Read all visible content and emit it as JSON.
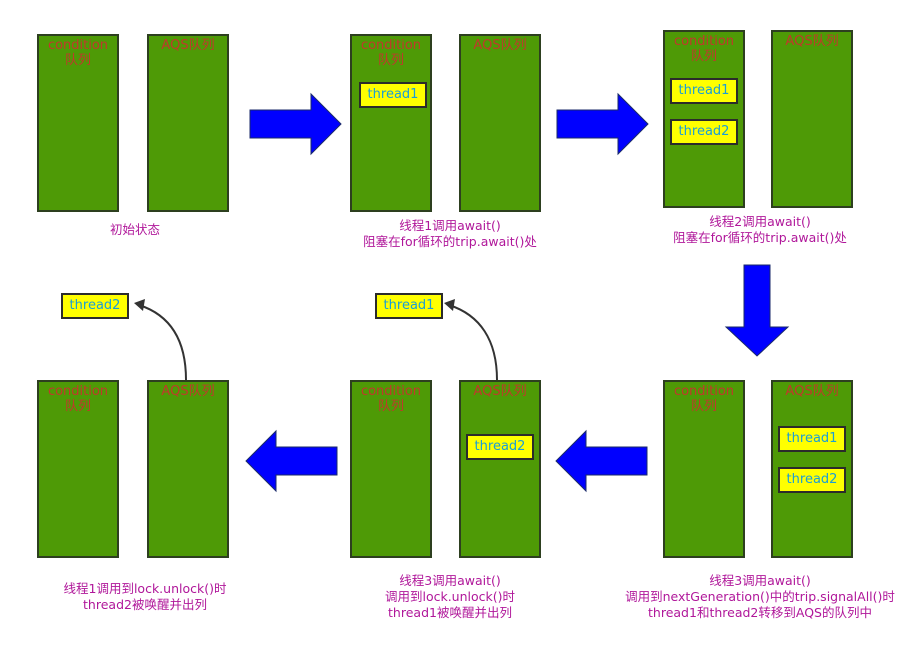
{
  "labels": {
    "condition": "condition\n队列",
    "aqs": "AQS队列",
    "thread1": "thread1",
    "thread2": "thread2"
  },
  "captions": {
    "s1": "初始状态",
    "s2": "线程1调用await()\n阻塞在for循环的trip.await()处",
    "s3": "线程2调用await()\n阻塞在for循环的trip.await()处",
    "s4": "线程3调用await()\n调用到nextGeneration()中的trip.signalAll()时\nthread1和thread2转移到AQS的队列中",
    "s5": "线程3调用await()\n调用到lock.unlock()时\nthread1被唤醒并出列",
    "s6": "线程1调用到lock.unlock()时\nthread2被唤醒并出列"
  },
  "colors": {
    "queue_fill": "#4e9a06",
    "queue_label": "#c0392b",
    "thread_fill": "#ffff00",
    "thread_text": "#1a9ed8",
    "arrow_fill": "#0000ff",
    "caption": "#b0179a"
  }
}
